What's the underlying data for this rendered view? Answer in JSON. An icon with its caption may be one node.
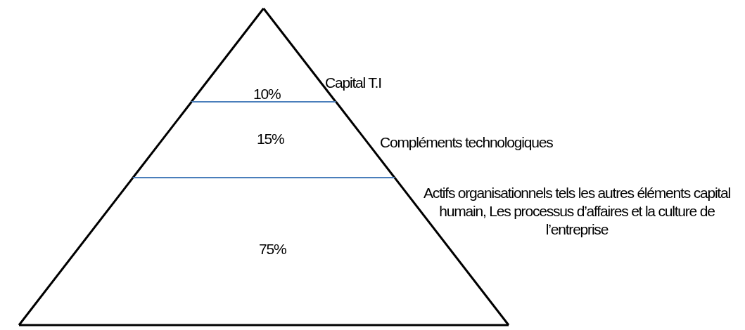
{
  "diagram": {
    "nodes": [
      {
        "text": [
          "10%"
        ],
        "beside": [
          "Capital T.I"
        ]
      },
      {
        "text": [
          "15%"
        ],
        "beside": [
          "Compléments technologiques"
        ]
      },
      {
        "text": [
          "75%"
        ],
        "beside": [
          "Actifs organisationnels tels les autres éléments capital humain, Les processus d’affaires et la culture de l’entreprise"
        ]
      }
    ],
    "edges": []
  }
}
